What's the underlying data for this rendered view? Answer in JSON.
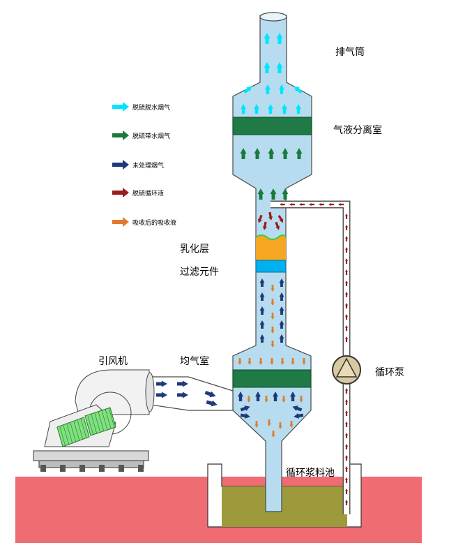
{
  "colors": {
    "tower_fill": "#b7dcef",
    "outline": "#4a4a4a",
    "demister_band": "#1f7a45",
    "filter_element": "#00b0f0",
    "emulsion": "#f5a623",
    "ground": "#f06c73",
    "pool_liquid": "#9c9a3b",
    "arrow_cyan": "#00e5ff",
    "arrow_green": "#1a7a3c",
    "arrow_navy": "#1f3a7a",
    "arrow_darkred": "#9b1c1c",
    "arrow_orange": "#e07b2e",
    "mesh_green": "#7fe07f"
  },
  "legend": [
    {
      "color_key": "arrow_cyan",
      "label": "脱硫脱水烟气"
    },
    {
      "color_key": "arrow_green",
      "label": "脱硫带水烟气"
    },
    {
      "color_key": "arrow_navy",
      "label": "未处理烟气"
    },
    {
      "color_key": "arrow_darkred",
      "label": "脱硫循环液"
    },
    {
      "color_key": "arrow_orange",
      "label": "吸收后的吸收液"
    }
  ],
  "labels": {
    "chimney": "排气筒",
    "separator": "气液分离室",
    "emulsion_layer": "乳化层",
    "filter_element": "过滤元件",
    "fan": "引风机",
    "plenum": "均气室",
    "pump": "循环泵",
    "slurry_pool": "循环浆料池"
  }
}
